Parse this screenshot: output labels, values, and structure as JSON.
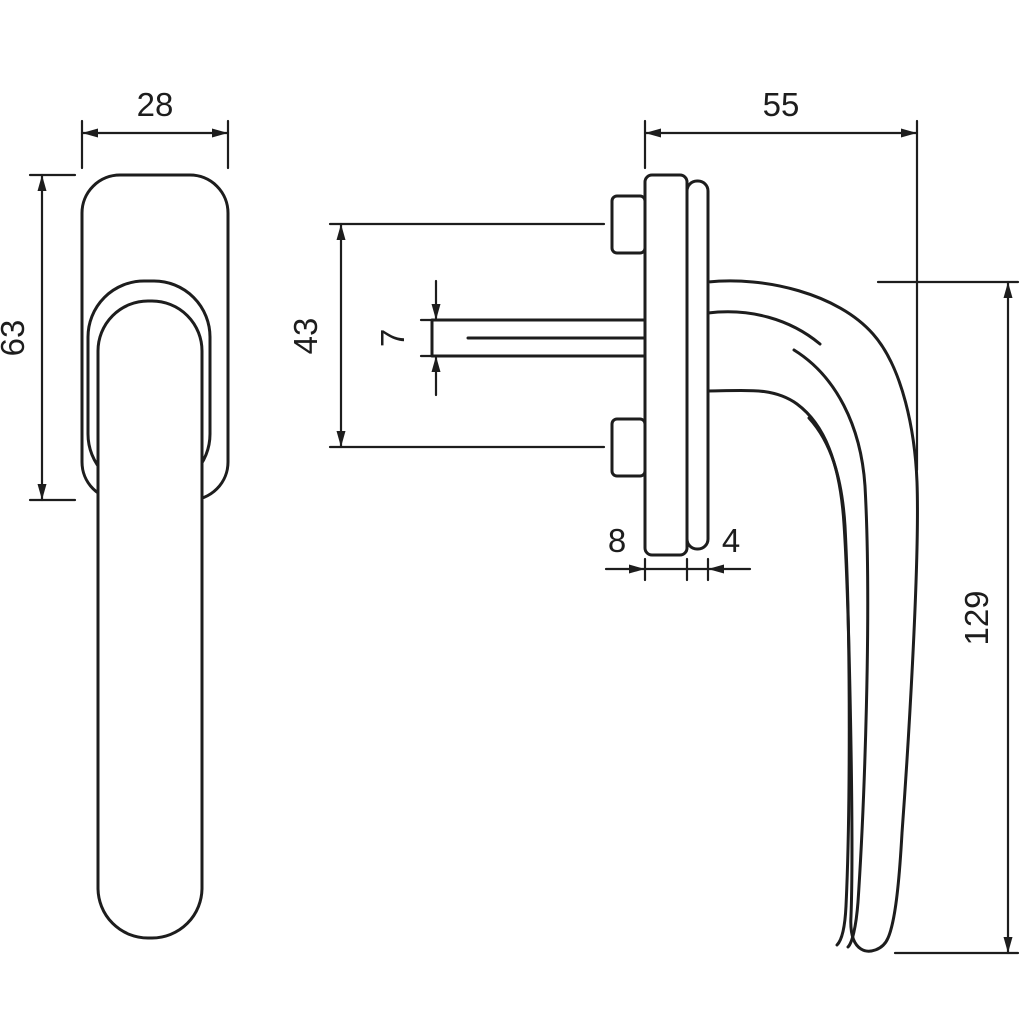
{
  "drawing": {
    "dims": {
      "front_width": "28",
      "front_base_height": "63",
      "side_depth": "55",
      "screw_spacing": "43",
      "spindle_size": "7",
      "plate_thickness": "8",
      "cover_thickness": "4",
      "handle_height": "129"
    },
    "colors": {
      "line": "#1d1d1d",
      "background": "#ffffff"
    }
  }
}
